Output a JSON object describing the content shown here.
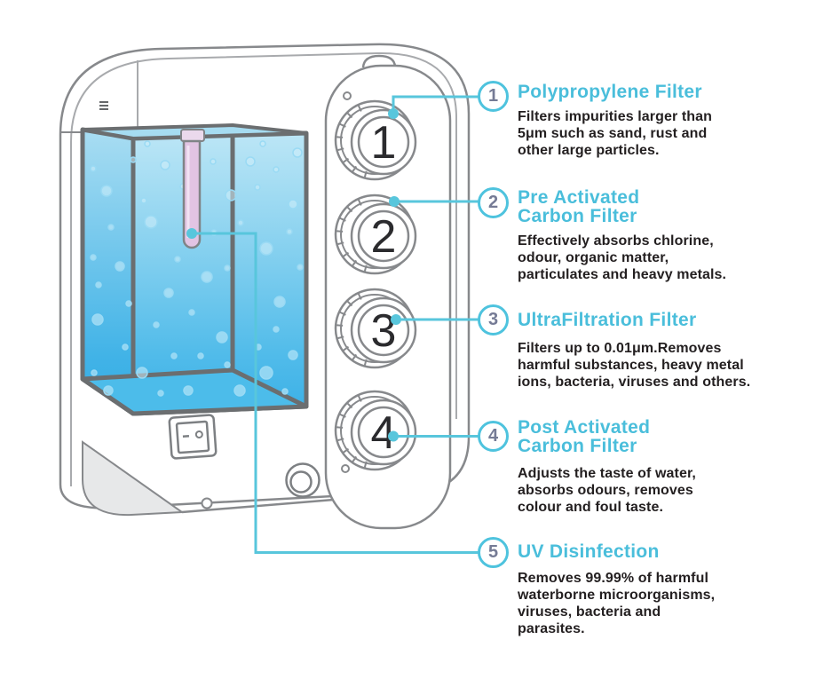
{
  "palette": {
    "accent_cyan": "#4ABEDB",
    "connector_teal": "#58C6DC",
    "circle_stroke": "#4EC3DE",
    "circle_number_gray": "#757B95",
    "body_text": "#231F20",
    "outline_gray": "#87898C",
    "tank_edge_gray": "#6B6E70",
    "water_top": "#BCE6F6",
    "water_bottom": "#3BB0E7",
    "uv_lamp_pink": "#E2C4E3"
  },
  "device": {
    "filter_labels": [
      "1",
      "2",
      "3",
      "4"
    ]
  },
  "annotations": [
    {
      "number": "1",
      "title": "Polypropylene Filter",
      "description": "Filters impurities larger than\n5μm such as sand, rust and\nother large particles."
    },
    {
      "number": "2",
      "title": "Pre Activated\nCarbon Filter",
      "description": "Effectively absorbs chlorine,\nodour, organic matter,\nparticulates and heavy metals."
    },
    {
      "number": "3",
      "title": "UltraFiltration Filter",
      "description": "Filters up to 0.01μm.Removes\nharmful substances, heavy metal\nions, bacteria, viruses and others."
    },
    {
      "number": "4",
      "title": "Post Activated\nCarbon Filter",
      "description": "Adjusts the taste of water,\nabsorbs odours, removes\ncolour and foul taste."
    },
    {
      "number": "5",
      "title": "UV Disinfection",
      "description": "Removes 99.99% of harmful\nwaterborne microorganisms,\nviruses, bacteria and\nparasites."
    }
  ]
}
